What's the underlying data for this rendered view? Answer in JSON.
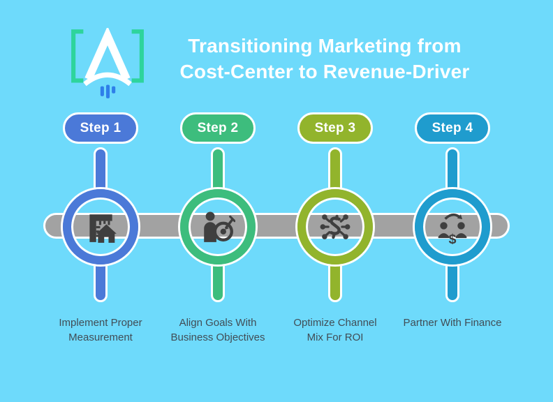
{
  "background_color": "#6edafb",
  "header": {
    "logo_icon": "a-launch-brackets-logo",
    "title_line1": "Transitioning Marketing from",
    "title_line2": "Cost-Center to Revenue-Driver"
  },
  "colors": {
    "icon": "#3f3f3f",
    "bar": "#a2a2a2",
    "caption_text": "#414d56",
    "title_text": "#ffffff",
    "logo_bracket": "#2ed49c",
    "logo_lines": "#2e7fe9",
    "pill_text": "#ffffff"
  },
  "icons": {
    "dollar_glyph": "$"
  },
  "steps": [
    {
      "label": "Step 1",
      "caption": "Implement Proper\nMeasurement",
      "color": "#4b79d8",
      "icon": "ruler-house-icon"
    },
    {
      "label": "Step 2",
      "caption": "Align Goals With\nBusiness Objectives",
      "color": "#3dbd7d",
      "icon": "person-target-icon"
    },
    {
      "label": "Step 3",
      "caption": "Optimize Channel\nMix For ROI",
      "color": "#92b42c",
      "icon": "dollar-channels-icon"
    },
    {
      "label": "Step 4",
      "caption": "Partner With Finance",
      "color": "#1f9cce",
      "icon": "people-dollar-exchange-icon"
    }
  ]
}
